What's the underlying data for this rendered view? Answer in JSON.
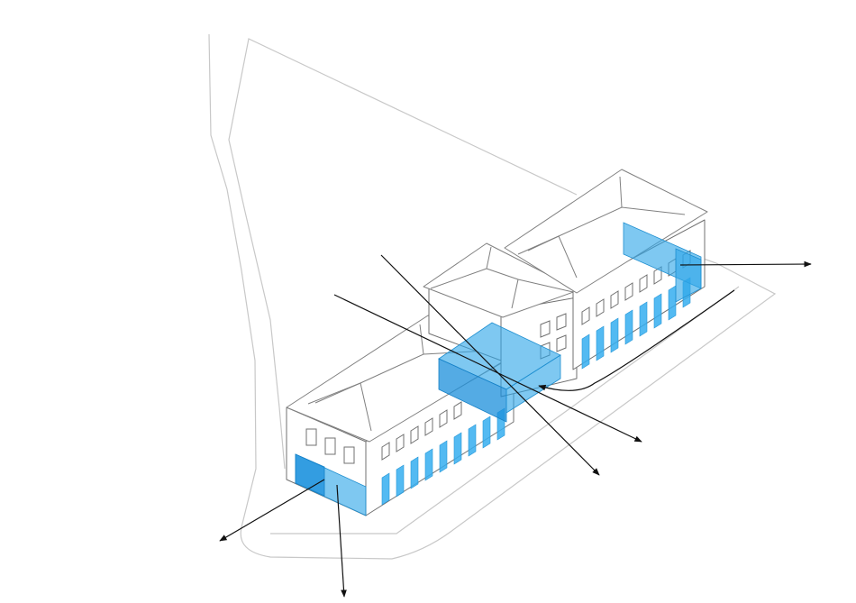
{
  "diagram": {
    "kind": "axonometric building circulation diagram",
    "colors": {
      "background": "#ffffff",
      "highlight": "#2ea7e8",
      "line": "#707070",
      "site_outline": "#c8c8c8",
      "arrow": "#111111"
    },
    "counts": {
      "highlighted_volumes": 3,
      "movement_arrows": 6
    }
  }
}
